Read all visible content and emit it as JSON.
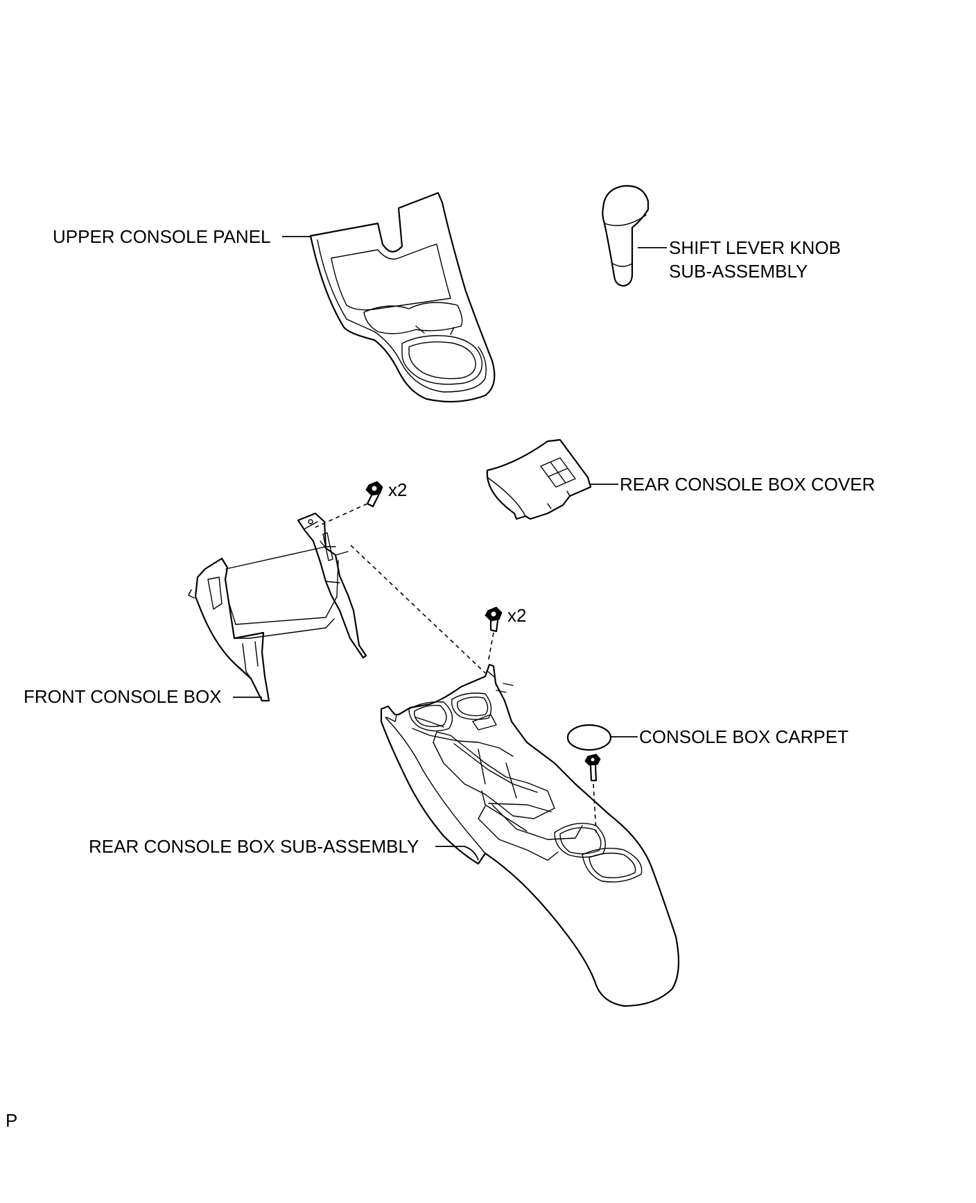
{
  "labels": {
    "upper_console_panel": "UPPER CONSOLE PANEL",
    "shift_knob_line1": "SHIFT LEVER KNOB",
    "shift_knob_line2": "SUB-ASSEMBLY",
    "rear_console_box_cover": "REAR CONSOLE BOX COVER",
    "front_console_box": "FRONT CONSOLE BOX",
    "console_box_carpet": "CONSOLE BOX CARPET",
    "rear_console_box_sub_assembly": "REAR CONSOLE BOX SUB-ASSEMBLY"
  },
  "quantities": {
    "upper_bolt_qty": "x2",
    "middle_bolt_qty": "x2"
  },
  "corner_code": "P"
}
